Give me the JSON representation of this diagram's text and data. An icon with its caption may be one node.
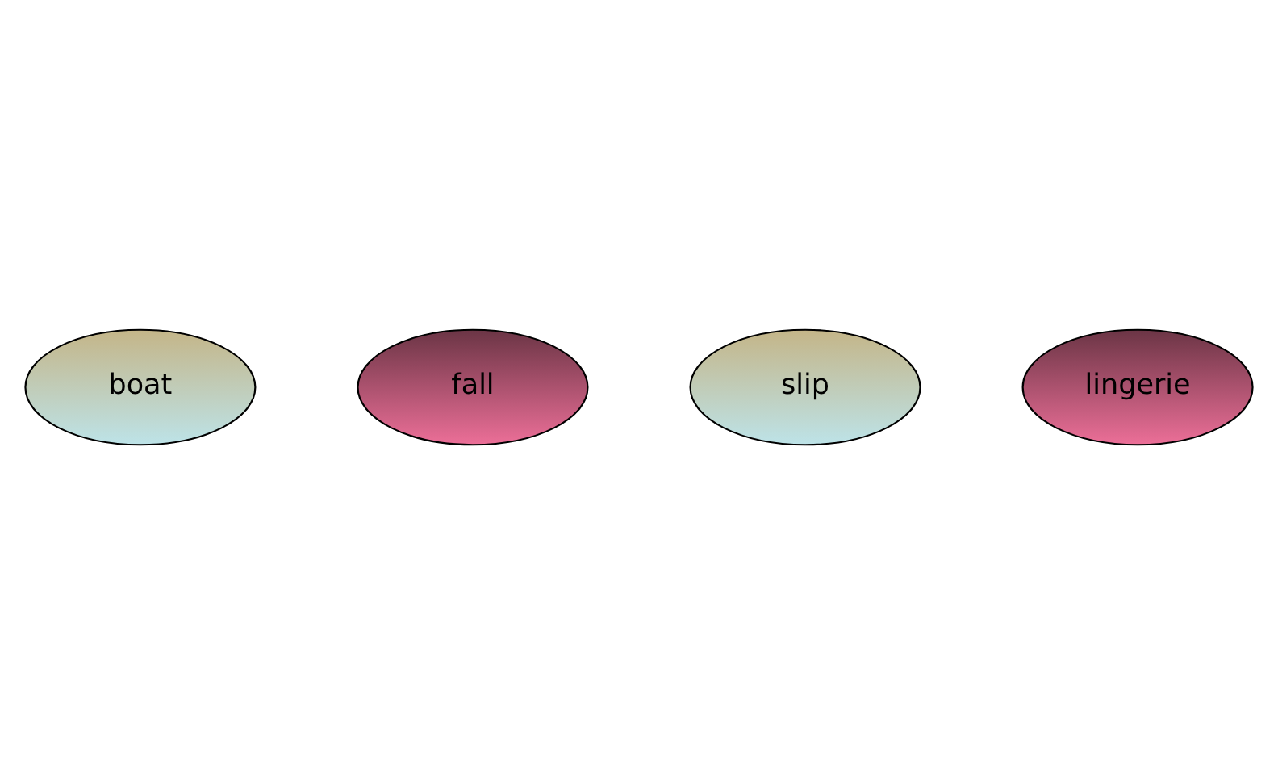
{
  "diagram": {
    "nodes": [
      {
        "text": [
          "boat"
        ]
      },
      {
        "text": [
          "fall"
        ]
      },
      {
        "text": [
          "slip"
        ]
      },
      {
        "text": [
          "lingerie"
        ]
      }
    ]
  }
}
